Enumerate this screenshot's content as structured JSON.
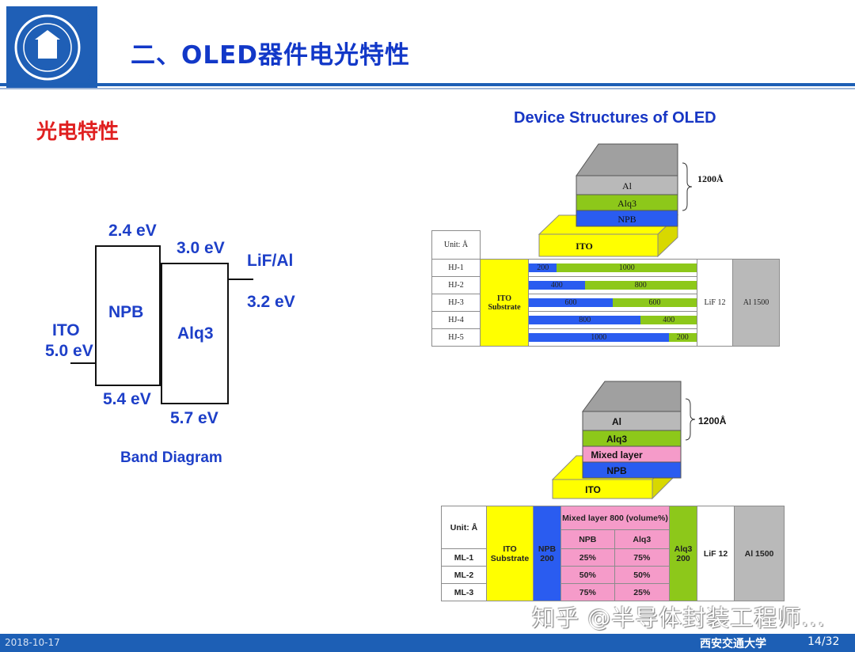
{
  "header": {
    "title": "二、OLED器件电光特性"
  },
  "section": {
    "heading": "光电特性"
  },
  "band_diagram": {
    "labels": {
      "npb_lumo": "2.4 eV",
      "alq_lumo": "3.0 eV",
      "cathode": "LiF/Al",
      "cathode_ev": "3.2 eV",
      "npb": "NPB",
      "alq": "Alq3",
      "ito": "ITO",
      "ito_ev": "5.0 eV",
      "npb_homo": "5.4 eV",
      "alq_homo": "5.7 eV"
    },
    "caption": "Band Diagram"
  },
  "device": {
    "title": "Device Structures of OLED",
    "stack1": {
      "al": "Al",
      "alq": "Alq3",
      "npb": "NPB",
      "ito": "ITO",
      "thickness": "1200Å"
    },
    "table1": {
      "unit": "Unit: Å",
      "ito": "ITO Substrate",
      "lif": "LiF 12",
      "al": "Al 1500",
      "rows": [
        {
          "name": "HJ-1",
          "npb": "200",
          "alq": "1000"
        },
        {
          "name": "HJ-2",
          "npb": "400",
          "alq": "800"
        },
        {
          "name": "HJ-3",
          "npb": "600",
          "alq": "600"
        },
        {
          "name": "HJ-4",
          "npb": "800",
          "alq": "400"
        },
        {
          "name": "HJ-5",
          "npb": "1000",
          "alq": "200"
        }
      ]
    },
    "stack2": {
      "al": "Al",
      "alq": "Alq3",
      "mix": "Mixed layer",
      "npb": "NPB",
      "ito": "ITO",
      "thickness": "1200Å"
    },
    "table2": {
      "unit": "Unit: Å",
      "ito": "ITO Substrate",
      "npb": "NPB 200",
      "mix_header": "Mixed layer 800 (volume%)",
      "npb_col": "NPB",
      "alq_col": "Alq3",
      "alq": "Alq3 200",
      "lif": "LiF 12",
      "al": "Al 1500",
      "rows": [
        {
          "name": "ML-1",
          "npb": "25%",
          "alq": "75%"
        },
        {
          "name": "ML-2",
          "npb": "50%",
          "alq": "50%"
        },
        {
          "name": "ML-3",
          "npb": "75%",
          "alq": "25%"
        }
      ]
    }
  },
  "footer": {
    "date": "2018-10-17",
    "university": "西安交通大学",
    "page": "14/32",
    "watermark": "知乎 @半导体封装工程师..."
  },
  "colors": {
    "brand_blue": "#1d5fb5",
    "ito": "#ffff00",
    "npb": "#2a5cf0",
    "alq3": "#8dc81a",
    "mixed": "#f59bc9",
    "al": "#b9b9b9"
  }
}
